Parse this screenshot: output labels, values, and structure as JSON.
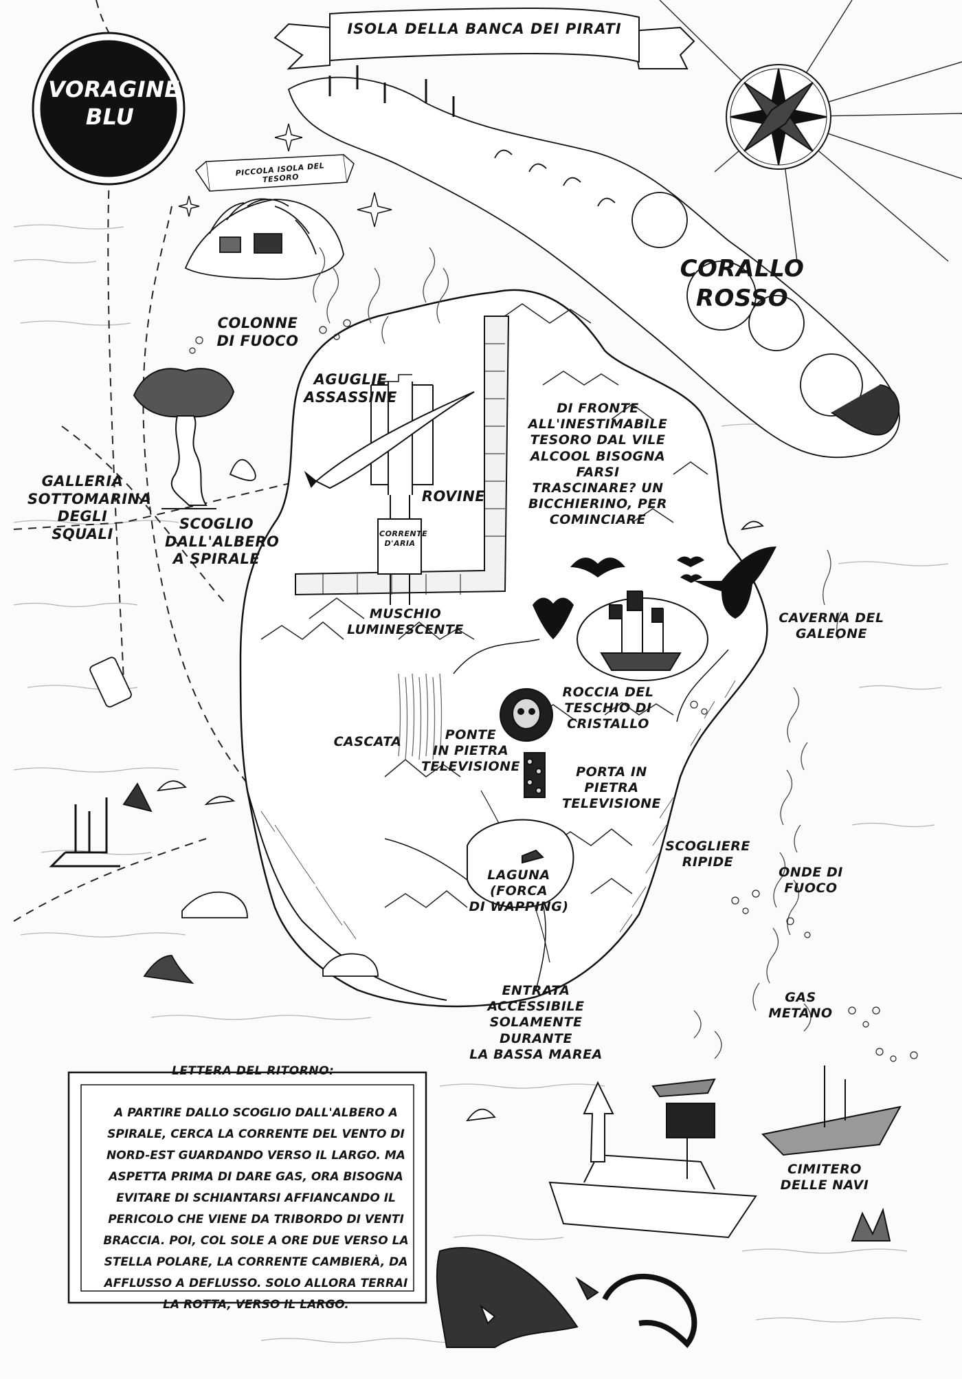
{
  "map": {
    "title": "ISOLA DELLA BANCA DEI PIRATI",
    "labels": {
      "voragine_blu": "VORAGINE\nBLU",
      "piccola_isola": "PICCOLA ISOLA DEL TESORO",
      "corallo_rosso": "CORALLO\nROSSO",
      "colonne_fuoco": "COLONNE\nDI FUOCO",
      "aguglie": "AGUGLIE\nASSASSINE",
      "rovine": "ROVINE",
      "corrente_aria": "CORRENTE\nD'ARIA",
      "di_fronte": "DI FRONTE\nALL'INESTIMABILE\nTESORO DAL VILE\nALCOOL BISOGNA FARSI\nTRASCINARE? UN\nBICCHIERINO, PER\nCOMINCIARE",
      "galleria": "GALLERIA\nSOTTOMARINA\nDEGLI SQUALI",
      "scoglio": "SCOGLIO\nDALL'ALBERO\nA SPIRALE",
      "muschio": "MUSCHIO\nLUMINESCENTE",
      "caverna": "CAVERNA DEL\nGALEONE",
      "roccia": "ROCCIA DEL\nTESCHIO DI\nCRISTALLO",
      "cascata": "CASCATA",
      "ponte": "PONTE\nIN PIETRA\nTELEVISIONE",
      "porta": "PORTA IN PIETRA\nTELEVISIONE",
      "scogliere": "SCOGLIERE\nRIPIDE",
      "onde": "ONDE DI\nFUOCO",
      "laguna": "LAGUNA (FORCA\nDI WAPPING)",
      "entrata": "ENTRATA ACCESSIBILE\nSOLAMENTE DURANTE\nLA BASSA MAREA",
      "gas": "GAS\nMETANO",
      "cimitero": "CIMITERO\nDELLE NAVI"
    },
    "letter": {
      "title": "LETTERA DEL RITORNO:",
      "body": "A PARTIRE DALLO SCOGLIO DALL'ALBERO A SPIRALE, CERCA LA CORRENTE DEL VENTO DI NORD-EST GUARDANDO VERSO IL LARGO. MA ASPETTA PRIMA DI DARE GAS, ORA BISOGNA EVITARE DI SCHIANTARSI AFFIANCANDO IL PERICOLO CHE VIENE DA TRIBORDO DI VENTI BRACCIA. POI, COL SOLE A ORE DUE VERSO LA STELLA POLARE, LA CORRENTE CAMBIERÀ, DA AFFLUSSO A DEFLUSSO. SOLO ALLORA TERRAI LA ROTTA, VERSO IL LARGO."
    }
  }
}
